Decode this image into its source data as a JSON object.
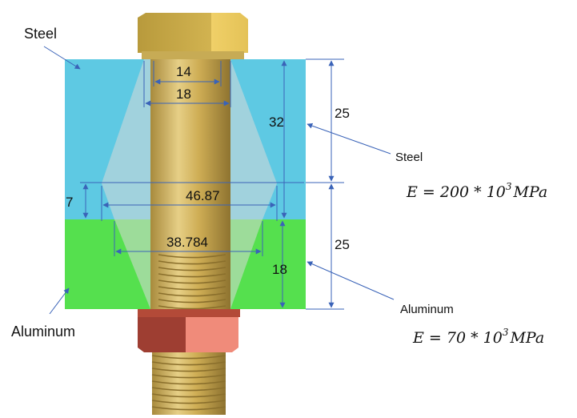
{
  "labels": {
    "steel_top": "Steel",
    "steel_right": "Steel",
    "aluminum_left": "Aluminum",
    "aluminum_right": "Aluminum"
  },
  "dimensions": {
    "d14": "14",
    "d18": "18",
    "d32": "32",
    "d25_top": "25",
    "d7": "7",
    "d46_87": "46.87",
    "d38_784": "38.784",
    "d18_lower": "18",
    "d25_bottom": "25"
  },
  "equations": {
    "steel_main": "E = 200 * 10",
    "steel_exp": "3",
    "steel_unit": "MPa",
    "aluminum_main": "E = 70 * 10",
    "aluminum_exp": "3",
    "aluminum_unit": "MPa"
  },
  "colors": {
    "steel_block": "#5ec9e3",
    "aluminum_block": "#55e04e",
    "bolt_gold": "#c9a94e",
    "nut_red": "#c0503c",
    "dimension_line": "#3a63b8"
  }
}
